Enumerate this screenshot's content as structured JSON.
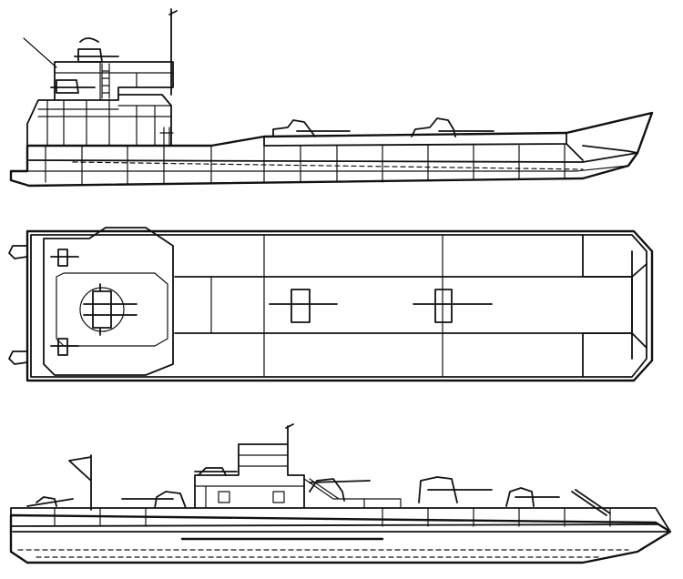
{
  "drawing": {
    "ink_color": "#111111",
    "paper_color": "#ffffff",
    "views": [
      {
        "view": "side-elevation-starboard"
      },
      {
        "view": "top-plan"
      },
      {
        "view": "side-elevation-port"
      }
    ]
  }
}
